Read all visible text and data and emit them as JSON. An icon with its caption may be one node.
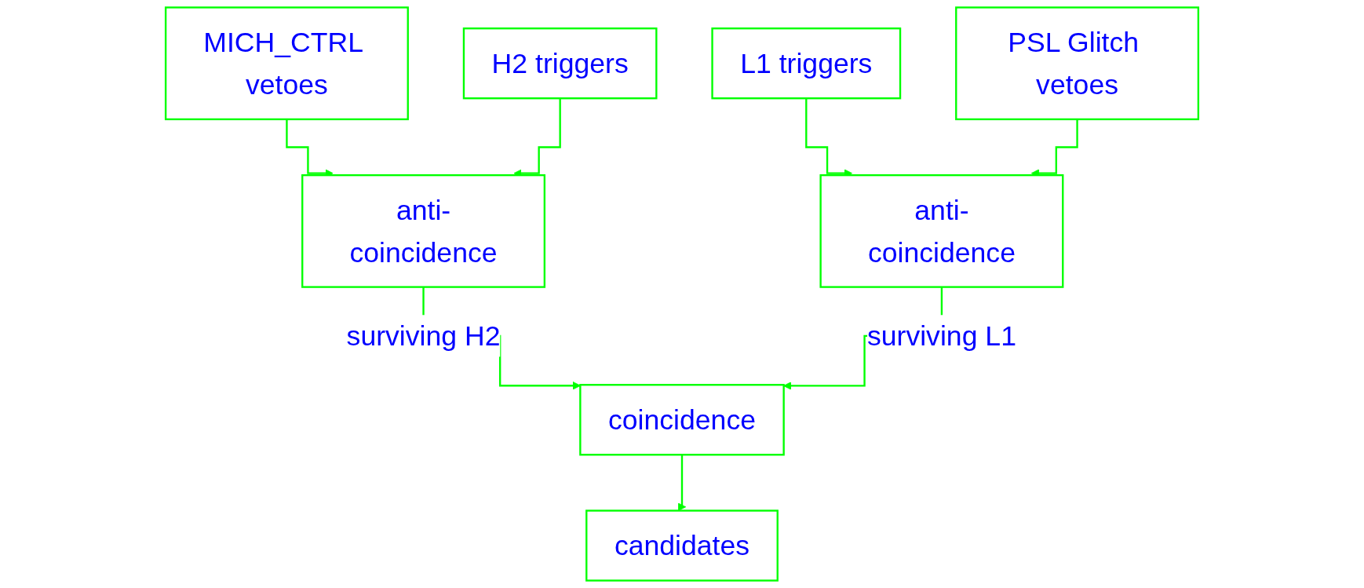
{
  "diagram": {
    "nodes": [
      {
        "text": [
          "MICH_CTRL vetoes"
        ]
      },
      {
        "text": [
          "H2 triggers"
        ]
      },
      {
        "text": [
          "L1 triggers"
        ]
      },
      {
        "text": [
          "PSL Glitch vetoes"
        ]
      },
      {
        "text": [
          "anti-coincidence"
        ]
      },
      {
        "text": [
          "anti-coincidence"
        ]
      },
      {
        "text": [
          "coincidence"
        ]
      },
      {
        "text": [
          "candidates"
        ]
      }
    ],
    "edges": [
      {
        "from": 0,
        "to": 4,
        "arrow": "to"
      },
      {
        "from": 1,
        "to": 4,
        "arrow": "to"
      },
      {
        "from": 2,
        "to": 5,
        "arrow": "to"
      },
      {
        "from": 3,
        "to": 5,
        "arrow": "to"
      },
      {
        "from": 4,
        "to": 6,
        "arrow": "to",
        "label": "surviving H2"
      },
      {
        "from": 5,
        "to": 6,
        "arrow": "to",
        "label": "surviving L1"
      },
      {
        "from": 6,
        "to": 7,
        "arrow": "to"
      }
    ]
  }
}
